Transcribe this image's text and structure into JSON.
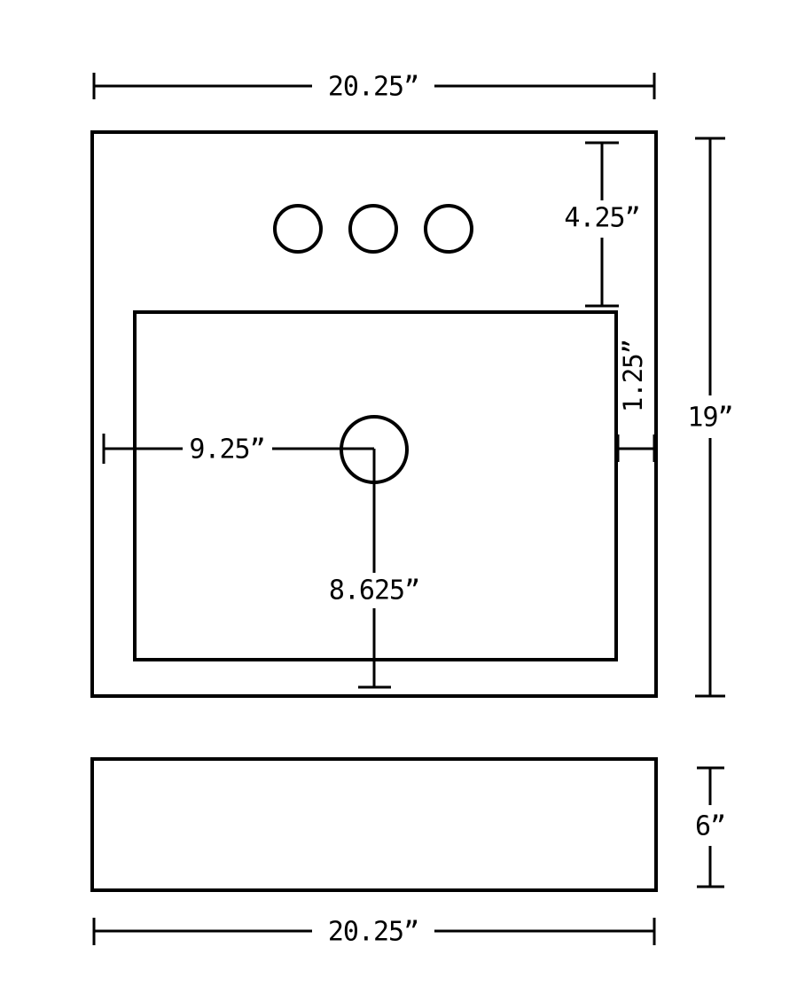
{
  "drawing": {
    "background_color": "#ffffff",
    "line_color": "#000000",
    "top_view": {
      "width_dim": "20.25”",
      "faucet_holes_count": 3,
      "hole_offset_dim": "4.25”",
      "rim_inset_dim": "1.25”",
      "depth_dim": "19”",
      "drain_from_left_dim": "9.25”",
      "drain_from_front_dim": "8.625”"
    },
    "side_view": {
      "height_dim": "6”",
      "width_dim": "20.25”"
    }
  }
}
